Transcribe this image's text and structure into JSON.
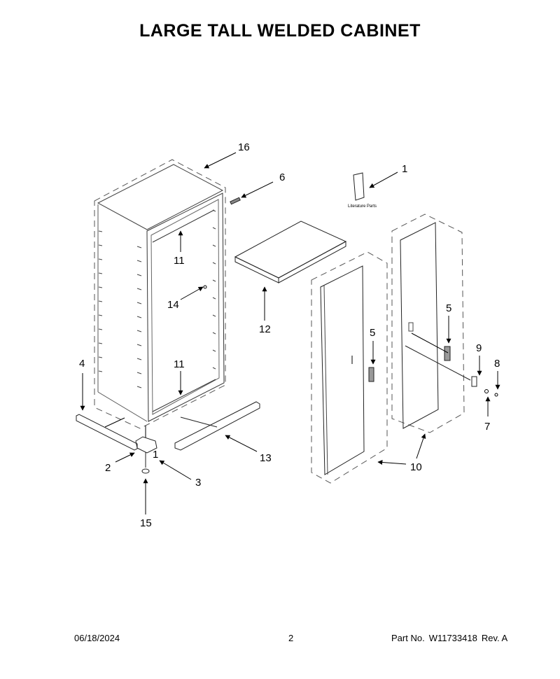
{
  "title": "LARGE TALL WELDED CABINET",
  "literature_label": "Literature Parts",
  "callouts": {
    "c1": "1",
    "c1b": "1",
    "c2": "2",
    "c3": "3",
    "c4": "4",
    "c5a": "5",
    "c5b": "5",
    "c6": "6",
    "c7": "7",
    "c8": "8",
    "c9": "9",
    "c10": "10",
    "c11a": "11",
    "c11b": "11",
    "c12": "12",
    "c13": "13",
    "c14": "14",
    "c15": "15",
    "c16": "16"
  },
  "footer": {
    "date": "06/18/2024",
    "page": "2",
    "part_label": "Part No.",
    "part_number": "W11733418",
    "rev": "Rev. A"
  }
}
